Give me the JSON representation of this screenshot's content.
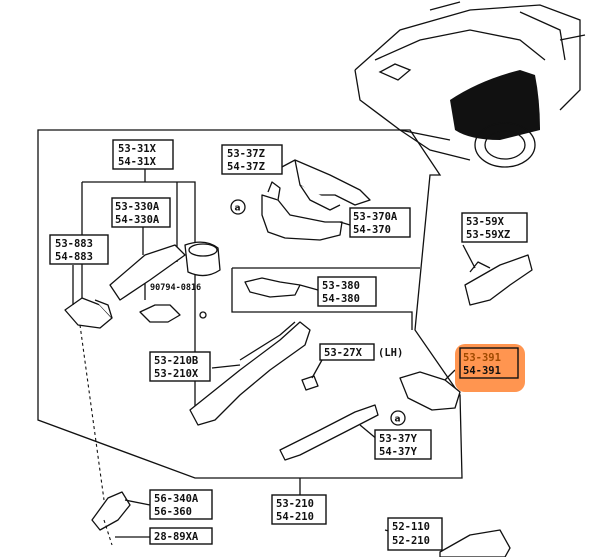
{
  "labels": {
    "l_53_31x": "53-31X",
    "l_54_31x": "54-31X",
    "l_53_37z": "53-37Z",
    "l_54_37z": "54-37Z",
    "l_53_330a": "53-330A",
    "l_54_330a": "54-330A",
    "l_53_883": "53-883",
    "l_54_883": "54-883",
    "l_53_370a": "53-370A",
    "l_54_370": "54-370",
    "l_90794": "90794-0816",
    "l_53_59x": "53-59X",
    "l_53_59xz": "53-59XZ",
    "l_53_380": "53-380",
    "l_54_380": "54-380",
    "l_53_210b": "53-210B",
    "l_53_210x": "53-210X",
    "l_53_27x": "53-27X",
    "l_lh": "(LH)",
    "l_53_391": "53-391",
    "l_54_391": "54-391",
    "l_53_37y": "53-37Y",
    "l_54_37y": "54-37Y",
    "l_56_340a": "56-340A",
    "l_56_360": "56-360",
    "l_28_89xa": "28-89XA",
    "l_53_210": "53-210",
    "l_54_210": "54-210",
    "l_52_110": "52-110",
    "l_52_210": "52-210",
    "callout_a1": "a",
    "callout_a2": "a"
  },
  "highlight_color": "#ff8a3d"
}
